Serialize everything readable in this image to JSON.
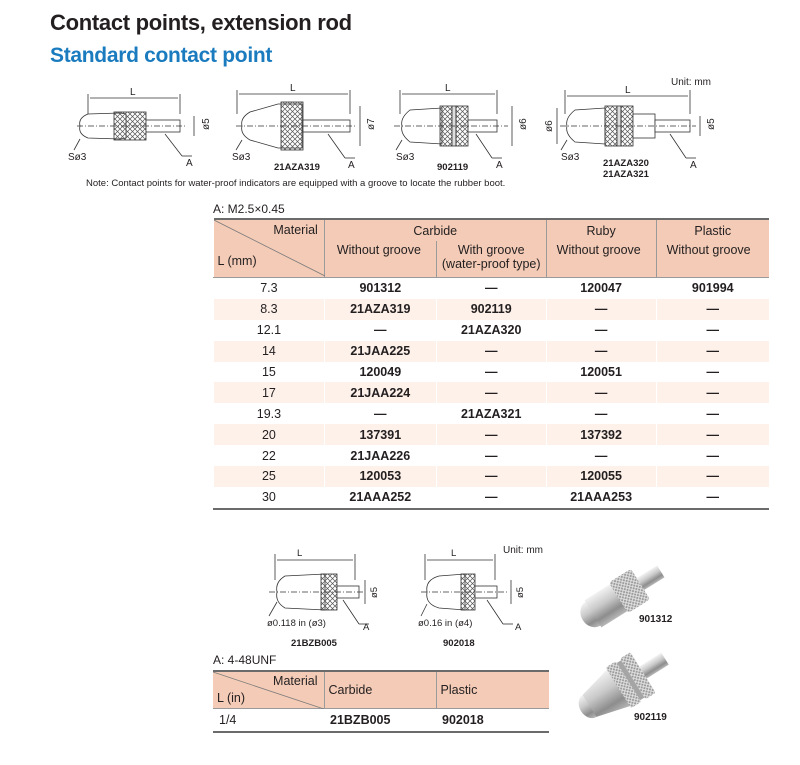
{
  "titles": {
    "main": "Contact points, extension rod",
    "sub": "Standard contact point"
  },
  "unit_top": "Unit: mm",
  "unit_bottom": "Unit: mm",
  "note": "Note: Contact points for water-proof indicators are equipped with a groove to locate the rubber boot.",
  "top_drawings": [
    {
      "dim_l": "L",
      "diameter": "ø5",
      "sphere": "Sø3",
      "a": "A",
      "part": ""
    },
    {
      "dim_l": "L",
      "diameter": "ø7",
      "sphere": "Sø3",
      "a": "A",
      "part": "21AZA319"
    },
    {
      "dim_l": "L",
      "diameter": "ø6",
      "sphere": "Sø3",
      "a": "A",
      "part": "902119"
    },
    {
      "dim_l": "L",
      "diameter_left": "ø6",
      "diameter": "ø5",
      "sphere": "Sø3",
      "a": "A",
      "part": "21AZA320",
      "part2": "21AZA321"
    }
  ],
  "table1": {
    "label": "A: M2.5×0.45",
    "corner_material": "Material",
    "corner_l": "L (mm)",
    "groups": {
      "carbide": "Carbide",
      "ruby": "Ruby",
      "plastic": "Plastic"
    },
    "sub": {
      "carbide_without": "Without groove",
      "carbide_with_1": "With groove",
      "carbide_with_2": "(water-proof type)",
      "ruby_without": "Without groove",
      "plastic_without": "Without groove"
    },
    "rows": [
      [
        "7.3",
        "901312",
        "—",
        "120047",
        "901994"
      ],
      [
        "8.3",
        "21AZA319",
        "902119",
        "—",
        "—"
      ],
      [
        "12.1",
        "—",
        "21AZA320",
        "—",
        "—"
      ],
      [
        "14",
        "21JAA225",
        "—",
        "—",
        "—"
      ],
      [
        "15",
        "120049",
        "—",
        "120051",
        "—"
      ],
      [
        "17",
        "21JAA224",
        "—",
        "—",
        "—"
      ],
      [
        "19.3",
        "—",
        "21AZA321",
        "—",
        "—"
      ],
      [
        "20",
        "137391",
        "—",
        "137392",
        "—"
      ],
      [
        "22",
        "21JAA226",
        "—",
        "—",
        "—"
      ],
      [
        "25",
        "120053",
        "—",
        "120055",
        "—"
      ],
      [
        "30",
        "21AAA252",
        "—",
        "21AAA253",
        "—"
      ]
    ]
  },
  "bottom_drawings": [
    {
      "dim_l": "L",
      "diameter": "ø5",
      "sphere": "ø0.118 in (ø3)",
      "a": "A",
      "part": "21BZB005"
    },
    {
      "dim_l": "L",
      "diameter": "ø5",
      "sphere": "ø0.16 in (ø4)",
      "a": "A",
      "part": "902018"
    }
  ],
  "photos": [
    {
      "label": "901312"
    },
    {
      "label": "902119"
    }
  ],
  "table2": {
    "label": "A: 4-48UNF",
    "corner_material": "Material",
    "corner_l": "L (in)",
    "headers": [
      "Carbide",
      "Plastic"
    ],
    "rows": [
      [
        "1/4",
        "21BZB005",
        "902018"
      ]
    ]
  },
  "colors": {
    "header_fill": "#f3cbb6",
    "stripe": "#fdf1ea",
    "subtitle": "#1a7bbf"
  }
}
